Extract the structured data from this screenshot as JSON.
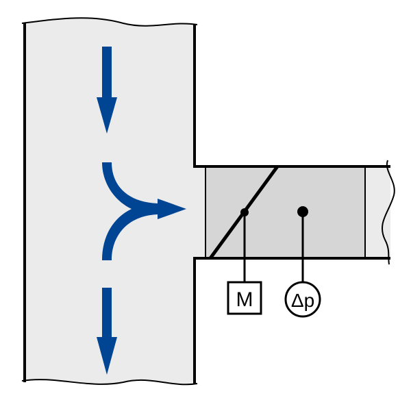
{
  "labels": {
    "motor": "M",
    "pressure_sensor": "Δp"
  },
  "colors": {
    "flow_arrow": "#004494",
    "main_duct_fill": "#ebebeb",
    "damper_fill": "#d6d6d6",
    "branch_duct_fill": "#ebebeb",
    "line": "#000000"
  },
  "icons": [
    "flow-arrow-down",
    "flow-arrow-split",
    "damper-blade",
    "motor-box",
    "pressure-sensor-circle"
  ]
}
